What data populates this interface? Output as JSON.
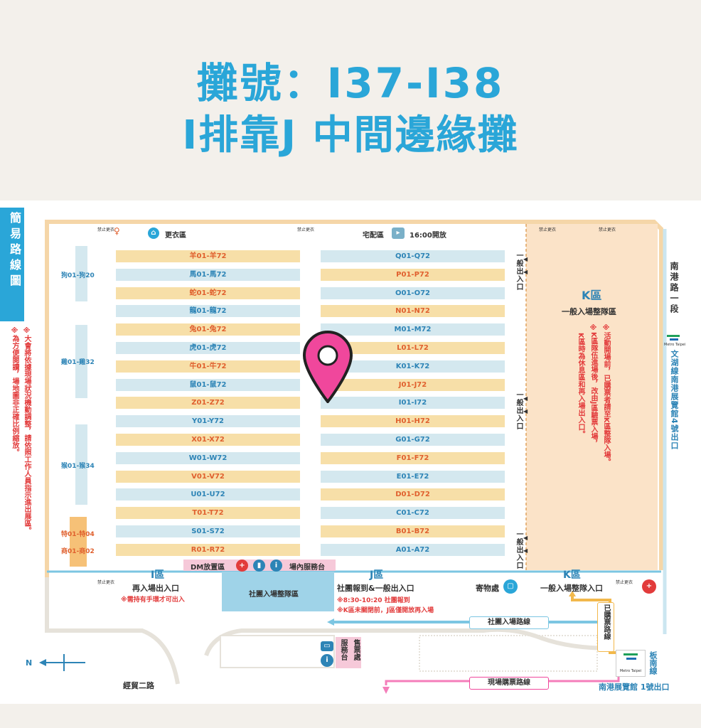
{
  "header": {
    "line1": "攤號：I37-I38",
    "line2": "I排靠J 中間邊緣攤"
  },
  "side_title": "簡易路線圖",
  "side_note_1": "※大會將依據現場狀況機動調整，請依照工作人員指示進出展區。",
  "side_note_2": "※為方便閱讀，場地圖非正確比例縮放。",
  "top": {
    "no_change_label": "禁止更衣",
    "changing_room": "更衣區",
    "delivery": "宅配區",
    "delivery_time": "16:00開放"
  },
  "left_groups": [
    {
      "label": "狗01-狗20"
    },
    {
      "label": "雞01-雞32"
    },
    {
      "label": "猴01-猴34"
    },
    {
      "label": "特01-特04"
    },
    {
      "label": "商01-商02"
    }
  ],
  "col_left": [
    {
      "label": "羊01-羊72",
      "color": "o"
    },
    {
      "label": "馬01-馬72",
      "color": "b"
    },
    {
      "label": "蛇01-蛇72",
      "color": "o"
    },
    {
      "label": "龍01-龍72",
      "color": "b"
    },
    {
      "label": "兔01-兔72",
      "color": "o"
    },
    {
      "label": "虎01-虎72",
      "color": "b"
    },
    {
      "label": "牛01-牛72",
      "color": "o"
    },
    {
      "label": "鼠01-鼠72",
      "color": "b"
    },
    {
      "label": "Z01-Z72",
      "color": "o"
    },
    {
      "label": "Y01-Y72",
      "color": "b"
    },
    {
      "label": "X01-X72",
      "color": "o"
    },
    {
      "label": "W01-W72",
      "color": "b"
    },
    {
      "label": "V01-V72",
      "color": "o"
    },
    {
      "label": "U01-U72",
      "color": "b"
    },
    {
      "label": "T01-T72",
      "color": "o"
    },
    {
      "label": "S01-S72",
      "color": "b"
    },
    {
      "label": "R01-R72",
      "color": "o"
    }
  ],
  "col_right": [
    {
      "label": "Q01-Q72",
      "color": "b"
    },
    {
      "label": "P01-P72",
      "color": "o"
    },
    {
      "label": "O01-O72",
      "color": "b"
    },
    {
      "label": "N01-N72",
      "color": "o"
    },
    {
      "label": "M01-M72",
      "color": "b"
    },
    {
      "label": "L01-L72",
      "color": "o"
    },
    {
      "label": "K01-K72",
      "color": "b"
    },
    {
      "label": "J01-J72",
      "color": "o"
    },
    {
      "label": "I01-I72",
      "color": "b"
    },
    {
      "label": "H01-H72",
      "color": "o"
    },
    {
      "label": "G01-G72",
      "color": "b"
    },
    {
      "label": "F01-F72",
      "color": "o"
    },
    {
      "label": "E01-E72",
      "color": "b"
    },
    {
      "label": "D01-D72",
      "color": "o"
    },
    {
      "label": "C01-C72",
      "color": "b"
    },
    {
      "label": "B01-B72",
      "color": "o"
    },
    {
      "label": "A01-A72",
      "color": "b"
    }
  ],
  "general_entrance": "一般出入口",
  "k_zone": {
    "title": "K區",
    "subtitle": "一般入場整隊區",
    "notice_1": "※活動開場前，已購票者請至K區整隊入場。",
    "notice_2": "※K區隊伍進場後，改由J區驗票入場，",
    "notice_3": "K區時為休息區和再入場出入口。"
  },
  "right_road": "南港路一段",
  "mrt_right": "文湖線南港展覽館4號出口",
  "metro_label": "Metro Taipei",
  "bottom": {
    "dm_area": "DM放置區",
    "service_desk": "場內服務台",
    "zone_i": "I區",
    "zone_i_sub": "再入場出入口",
    "zone_i_note": "※需持有手環才可出入",
    "club_area": "社團入場整隊區",
    "zone_j": "J區",
    "zone_j_sub": "社團報到&一般出入口",
    "zone_j_note_1": "※8:30-10:20 社團報到",
    "zone_j_note_2": "※K區未關閉前，J區僅開放再入場",
    "locker": "寄物處",
    "zone_k": "K區",
    "zone_k_sub": "一般入場整隊入口",
    "club_route": "社團入場路線",
    "ticket_route": "已購票路線",
    "onsite_route": "現場購票路線",
    "service": "服務台",
    "ticket_office": "售票處",
    "line_bannan": "板南線",
    "mrt_bottom": "南港展覽館 1號出口",
    "road": "經貿二路",
    "north": "N"
  },
  "colors": {
    "title": "#2aa6d8",
    "orange_bar": "#f7dfa8",
    "blue_bar": "#d4e8ef",
    "k_zone": "#fbe3c8",
    "pin": "#f0479c",
    "red": "#e23b3b"
  }
}
